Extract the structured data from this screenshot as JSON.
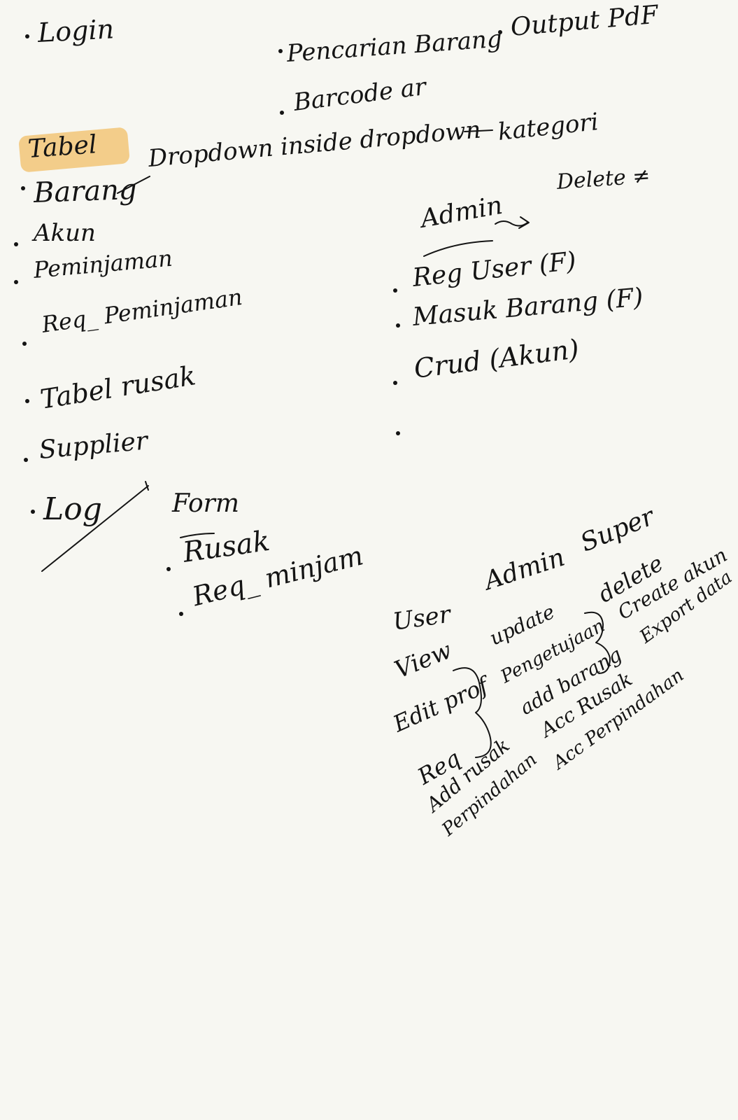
{
  "top": {
    "login": "Login",
    "pencarian": "Pencarian Barang",
    "output": "Output PdF",
    "barcode": "Barcode ar"
  },
  "tabel": {
    "heading": "Tabel",
    "dropdown_note": "Dropdown inside dropdown",
    "kategori": "kategori",
    "items": [
      "Barang",
      "Akun",
      "Peminjaman",
      "Req_ Peminjaman",
      "Tabel rusak",
      "Supplier",
      "Log"
    ]
  },
  "admin": {
    "title": "Admin",
    "delete_note": "Delete ≠",
    "items": [
      "Reg User (F)",
      "Masuk Barang (F)",
      "Crud (Akun)"
    ]
  },
  "form": {
    "title": "Form",
    "items": [
      "Rusak",
      "Req_ minjam"
    ]
  },
  "roles": {
    "user": {
      "title": "User",
      "items": [
        "View",
        "Edit prof",
        "Req",
        "Add rusak",
        "Perpindahan"
      ]
    },
    "admin": {
      "title": "Admin",
      "items": [
        "update",
        "Pengetujaan",
        "add barang",
        "Acc Rusak",
        "Acc Perpindahan"
      ]
    },
    "super": {
      "title": "Super",
      "items": [
        "delete",
        "Create akun",
        "Export data"
      ]
    }
  }
}
